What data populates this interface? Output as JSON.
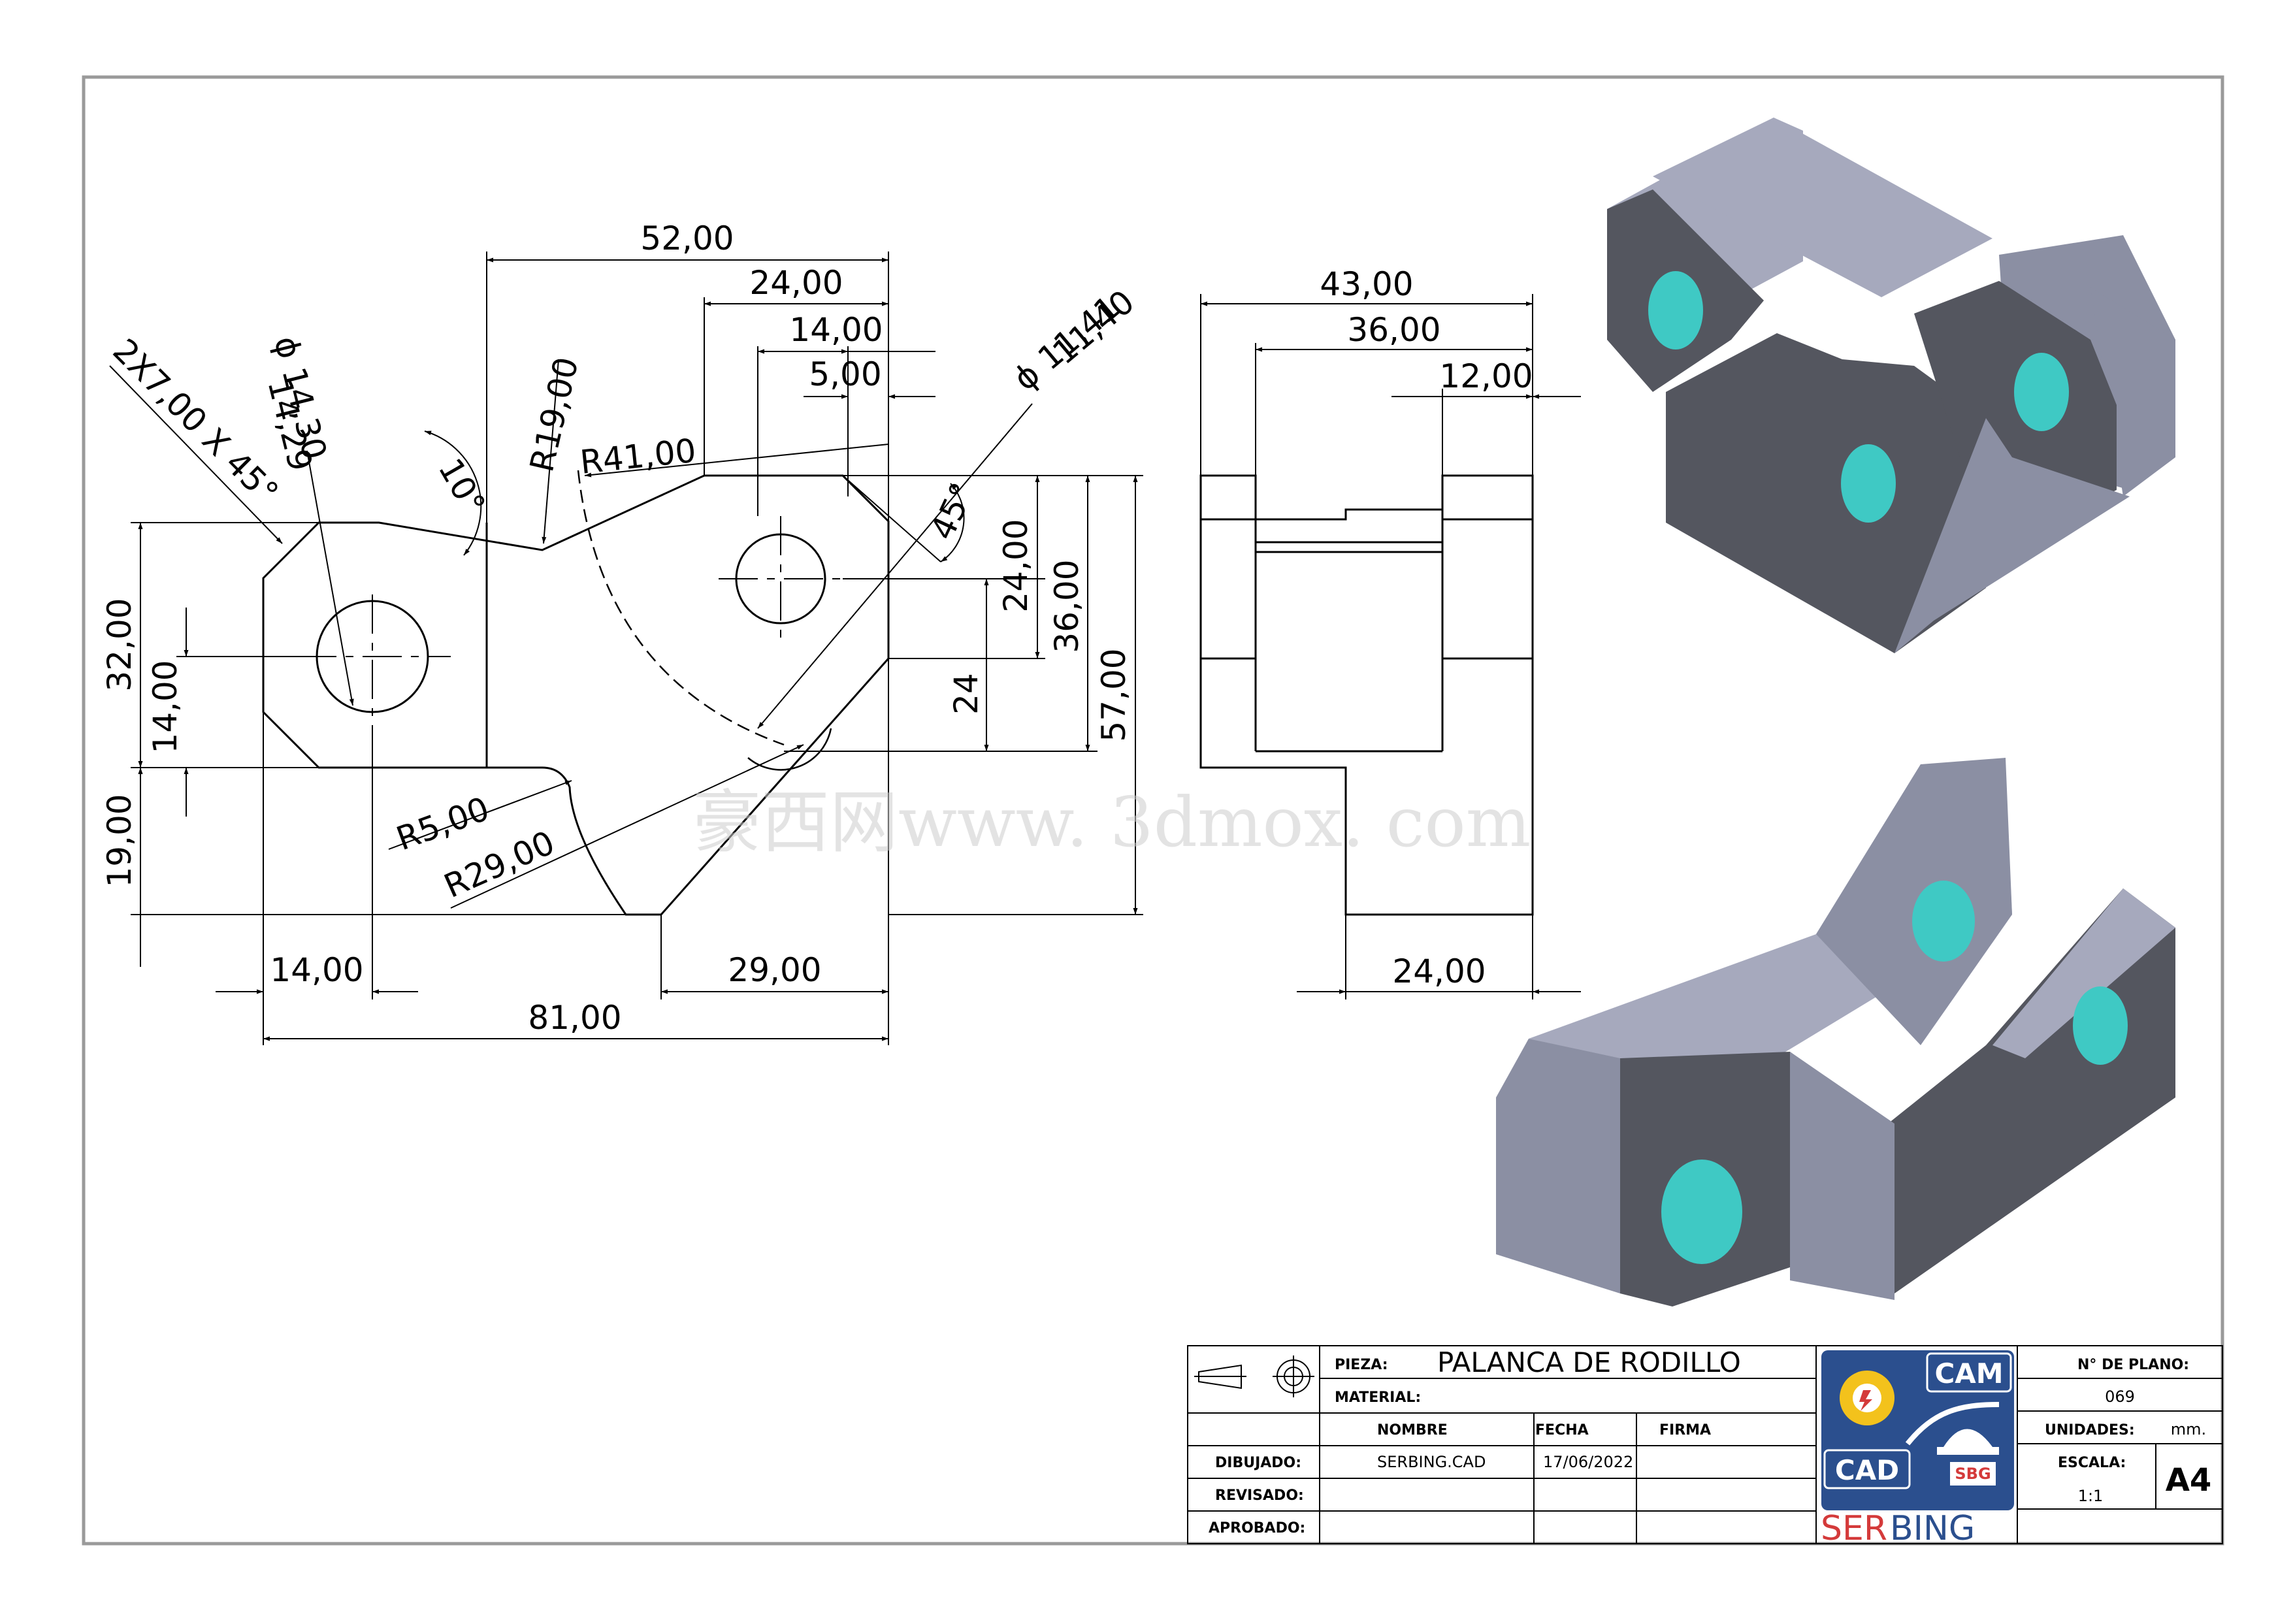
{
  "front_view": {
    "overall_width": "81,00",
    "top_width": "52,00",
    "hole_to_right": "24,00",
    "dim_14": "14,00",
    "dim_5": "5,00",
    "left_hole_offset": "14,00",
    "bottom_right": "29,00",
    "height_32": "32,00",
    "height_14": "14,00",
    "height_19": "19,00",
    "right_24": "24,00",
    "right_36": "36,00",
    "right_57": "57,00",
    "right_24b": "24",
    "chamfer_note": "2X7,00 X 45°",
    "dia_big_upper": "ϕ 14,30",
    "dia_big_lower": "14,29",
    "dia_small_upper": "ϕ 11,41",
    "dia_small_lower": "11,40",
    "angle_10": "10°",
    "angle_45": "45°",
    "r19": "R19,00",
    "r41": "R41,00",
    "r5": "R5,00",
    "r29": "R29,00"
  },
  "side_view": {
    "width_43": "43,00",
    "width_36": "36,00",
    "width_12": "12,00",
    "bottom_24": "24,00"
  },
  "watermark": "豪西网www. 3dmox. com",
  "title_block": {
    "pieza_label": "PIEZA:",
    "pieza_value": "PALANCA DE RODILLO",
    "material_label": "MATERIAL:",
    "col_nombre": "NOMBRE",
    "col_fecha": "FECHA",
    "col_firma": "FIRMA",
    "dibujado_label": "DIBUJADO:",
    "dibujado_nombre": "SERBING.CAD",
    "dibujado_fecha": "17/06/2022",
    "revisado_label": "REVISADO:",
    "aprobado_label": "APROBADO:",
    "plano_label": "N° DE PLANO:",
    "plano_value": "069",
    "unidades_label": "UNIDADES:",
    "unidades_value": "mm.",
    "escala_label": "ESCALA:",
    "escala_value": "1:1",
    "format_value": "A4",
    "logo_cam": "CAM",
    "logo_cad": "CAD",
    "logo_ser": "SER",
    "logo_bing": "BING",
    "logo_badge": "SBG"
  },
  "colors": {
    "body_dark": "#54565f",
    "body_light": "#8b8fa3",
    "body_top": "#a6a9bd",
    "hole": "#3fc9c4",
    "logo_blue": "#2b4f8e",
    "logo_red": "#d43a3a",
    "logo_yellow": "#f3c21c"
  }
}
